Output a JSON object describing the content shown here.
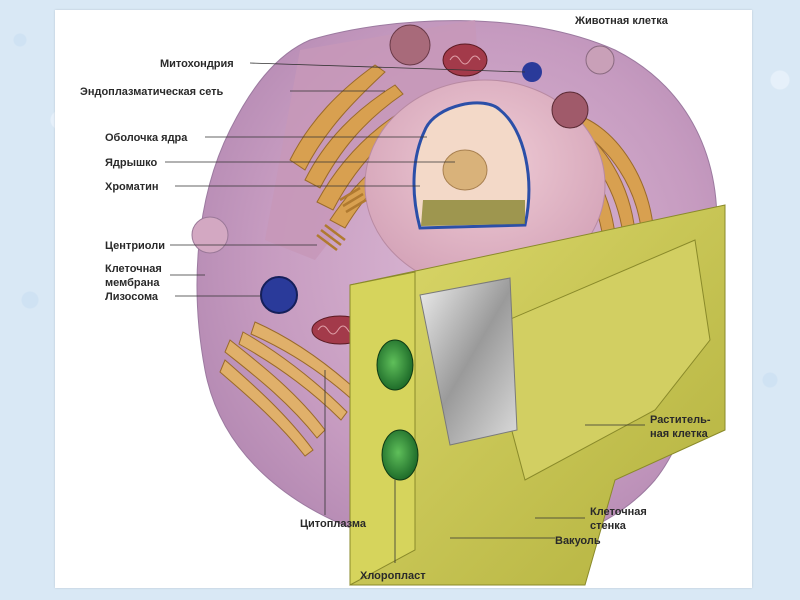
{
  "labels": {
    "animal_cell": "Животная клетка",
    "mitochondria": "Митохондрия",
    "er": "Эндоплазматическая сеть",
    "nuclear_envelope": "Оболочка ядра",
    "nucleolus": "Ядрышко",
    "chromatin": "Хроматин",
    "centrioles": "Центриоли",
    "cell_membrane_1": "Клеточная",
    "cell_membrane_2": "мембрана",
    "lysosome": "Лизосома",
    "plant_cell_1": "Раститель-",
    "plant_cell_2": "ная клетка",
    "cell_wall_1": "Клеточная",
    "cell_wall_2": "стенка",
    "vacuole": "Вакуоль",
    "cytoplasm": "Цитоплазма",
    "chloroplast": "Хлоропласт"
  },
  "colors": {
    "animal_cytoplasm": "#c9a3c4",
    "nucleus": "#d9b0c4",
    "nuclear_envelope": "#2b4fa8",
    "plant_wall": "#c9c752",
    "chloroplast": "#2e8a3a",
    "lysosome": "#2a3a9a",
    "mitochondria": "#8a2a3a",
    "er": "#d8a050"
  }
}
